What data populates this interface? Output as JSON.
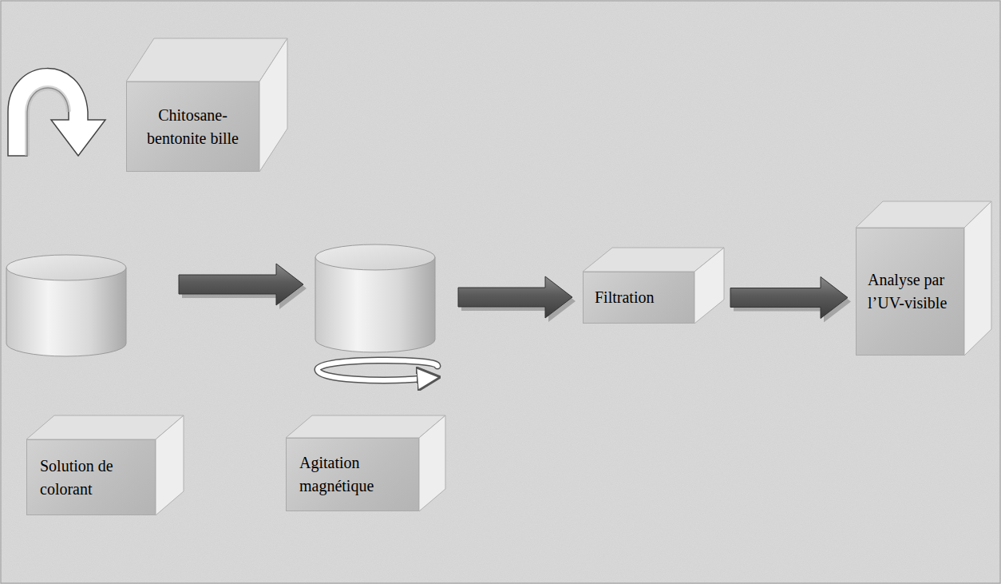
{
  "diagram": {
    "nodes": [
      {
        "text": [
          "Chitosane-bentonite bille"
        ]
      },
      {
        "text": [
          "Filtration"
        ]
      },
      {
        "text": [
          "Analyse par l’UV-visible"
        ]
      },
      {
        "text": [
          "Solution de colorant"
        ]
      },
      {
        "text": [
          "Agitation magnétique"
        ]
      }
    ],
    "edges": [
      {
        "from": 1,
        "to": 2,
        "arrow": "to"
      }
    ]
  }
}
